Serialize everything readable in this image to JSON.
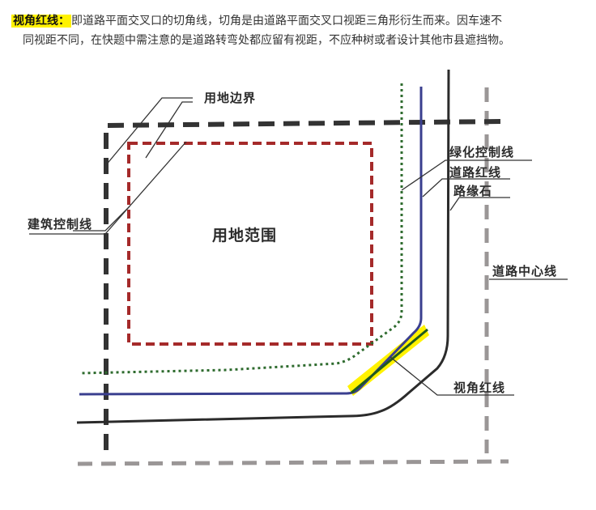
{
  "intro": {
    "term": "视角红线：",
    "text_line1": "即道路平面交叉口的切角线，切角是由道路平面交叉口视距三角形衍生而来。因车速不",
    "text_line2": "同视距不同，在快题中需注意的是道路转弯处都应留有视距，不应种树或者设计其他市县遮挡物。"
  },
  "labels": {
    "land_boundary": "用地边界",
    "building_control_line": "建筑控制线",
    "land_area": "用地范围",
    "green_control_line": "绿化控制线",
    "road_red_line": "道路红线",
    "curb": "路缘石",
    "road_center_line": "道路中心线",
    "sight_red_line": "视角红线"
  },
  "colors": {
    "highlight": "#fff200",
    "land_boundary": "#333333",
    "building_control": "#a52a2a",
    "green_control": "#2e6b2e",
    "road_red_line": "#3a3f8f",
    "curb": "#2b2b2b",
    "center_line": "#9a9696",
    "sight_line": "#1f5a1f"
  }
}
